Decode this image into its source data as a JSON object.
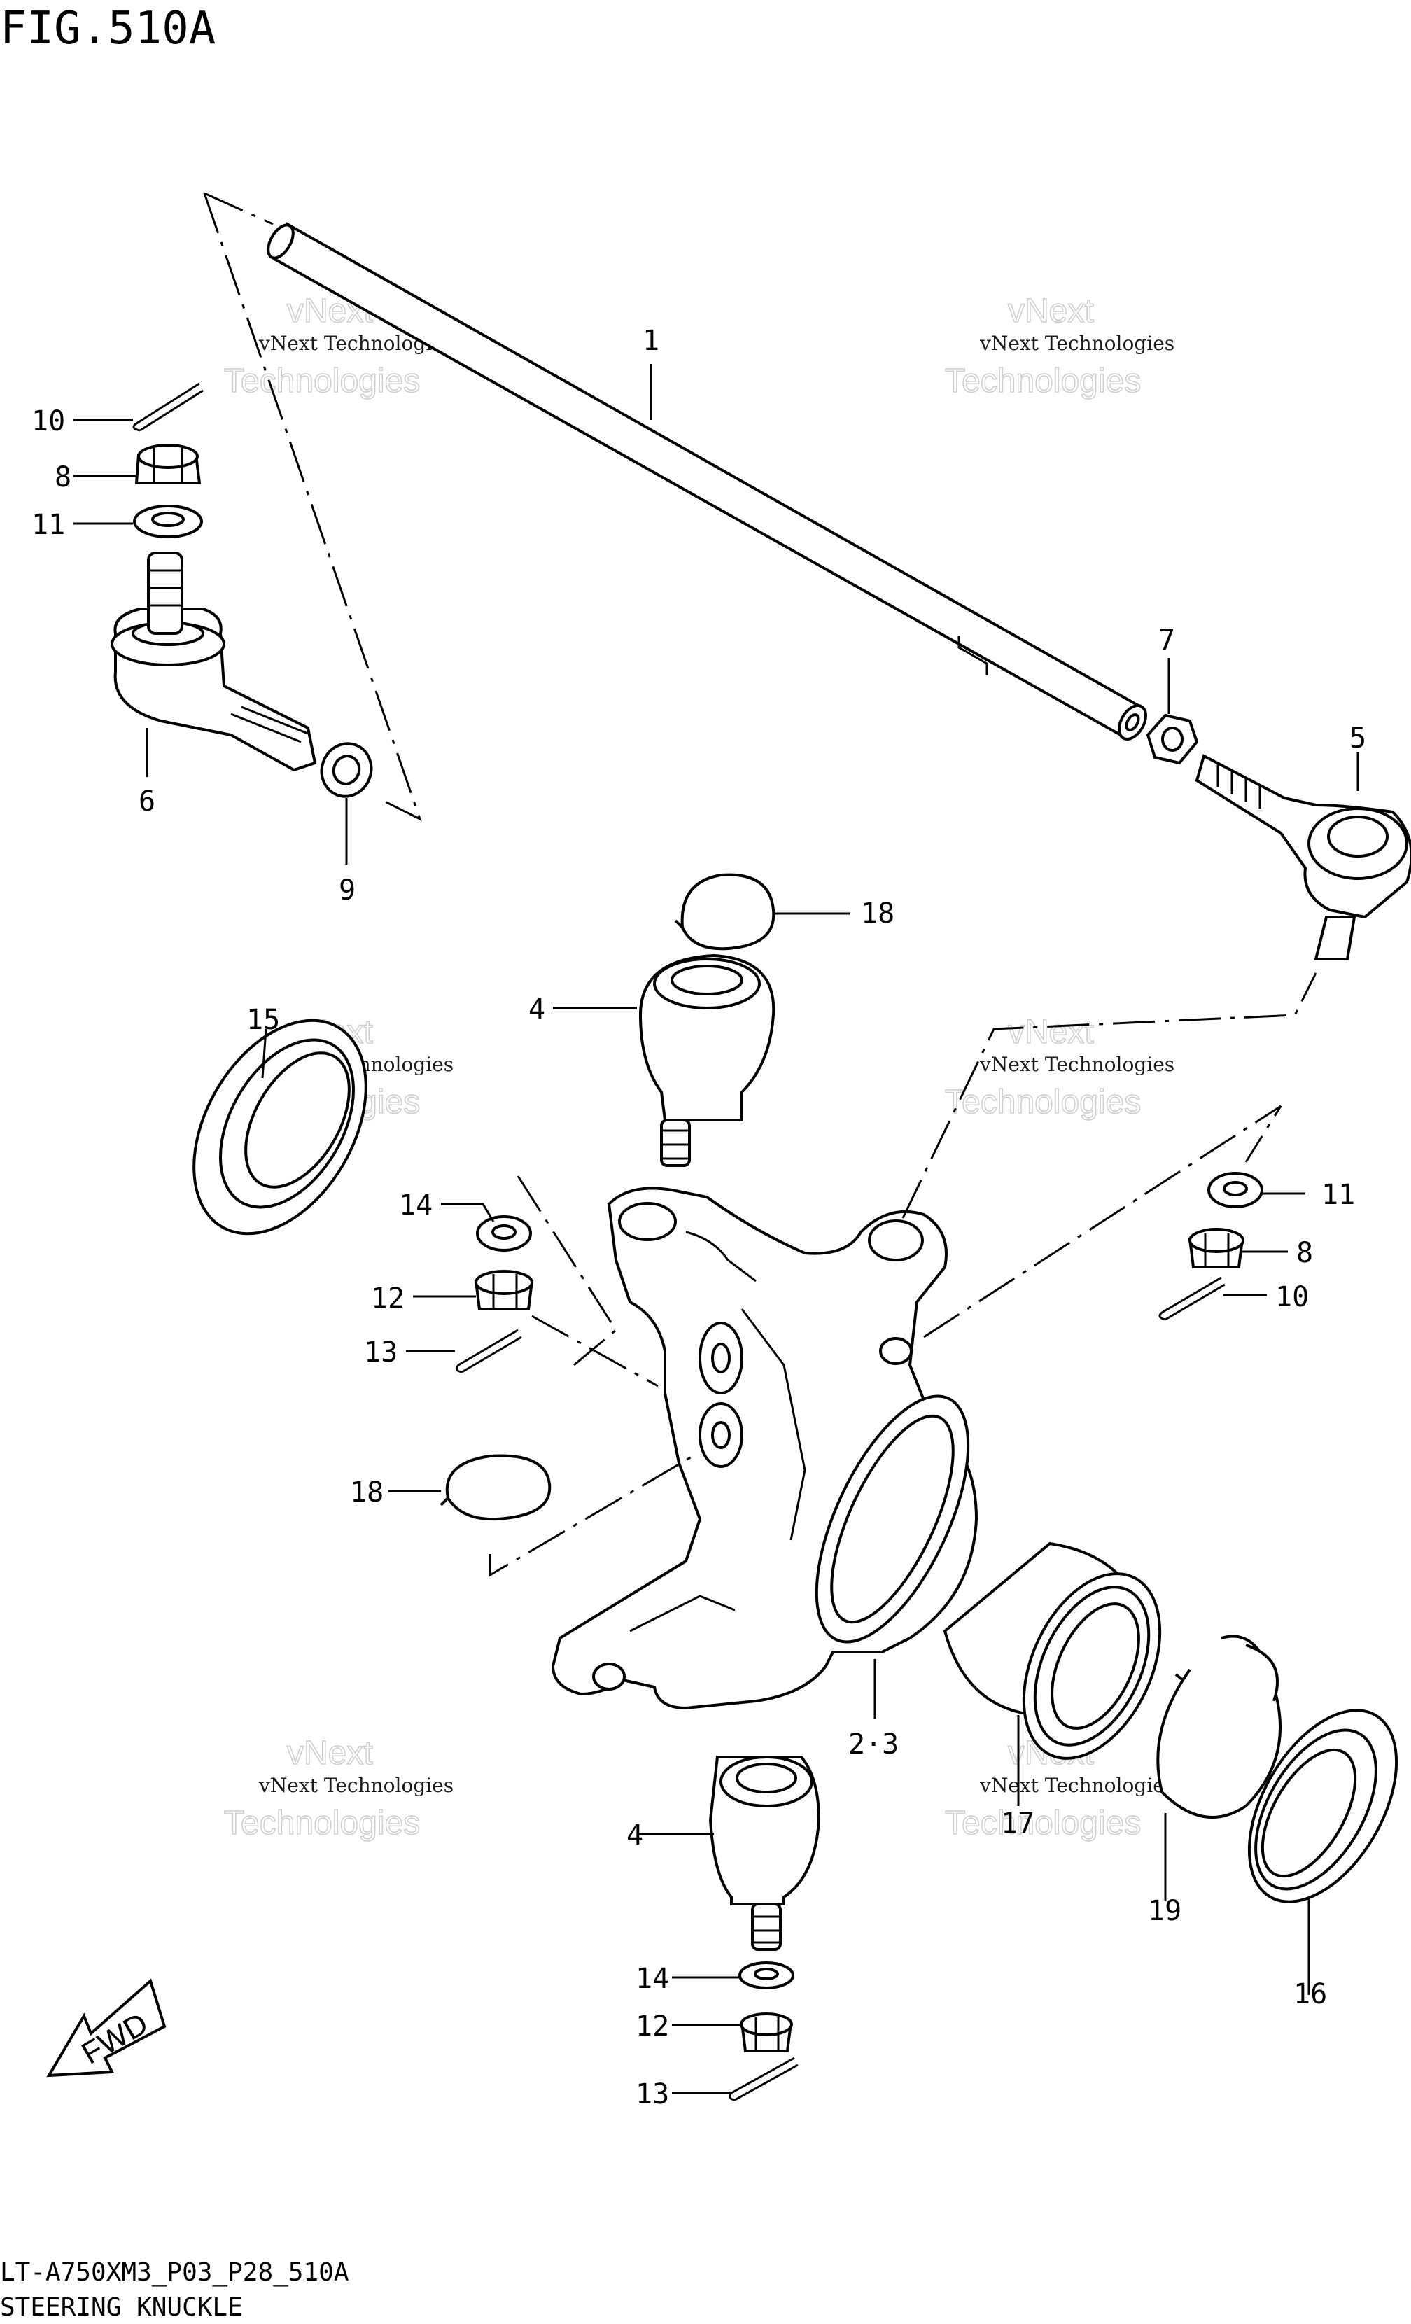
{
  "figure_title": "FIG.510A",
  "footer": {
    "model_code": "LT-A750XM3_P03_P28_510A",
    "section_name": "STEERING KNUCKLE"
  },
  "watermark": {
    "line1": "vNext Technologies",
    "line2": "vNext",
    "line3": "Technologies"
  },
  "fwd_label": "FWD",
  "callouts": {
    "c1": "1",
    "c2_3": "2·3",
    "c4_top": "4",
    "c4_bottom": "4",
    "c5": "5",
    "c6": "6",
    "c7": "7",
    "c8_left": "8",
    "c8_right": "8",
    "c9": "9",
    "c10_left": "10",
    "c10_right": "10",
    "c11_left": "11",
    "c11_right": "11",
    "c12_upper": "12",
    "c12_lower": "12",
    "c13_upper": "13",
    "c13_lower": "13",
    "c14_upper": "14",
    "c14_lower": "14",
    "c15": "15",
    "c16": "16",
    "c17": "17",
    "c18_top": "18",
    "c18_mid": "18",
    "c19": "19"
  }
}
